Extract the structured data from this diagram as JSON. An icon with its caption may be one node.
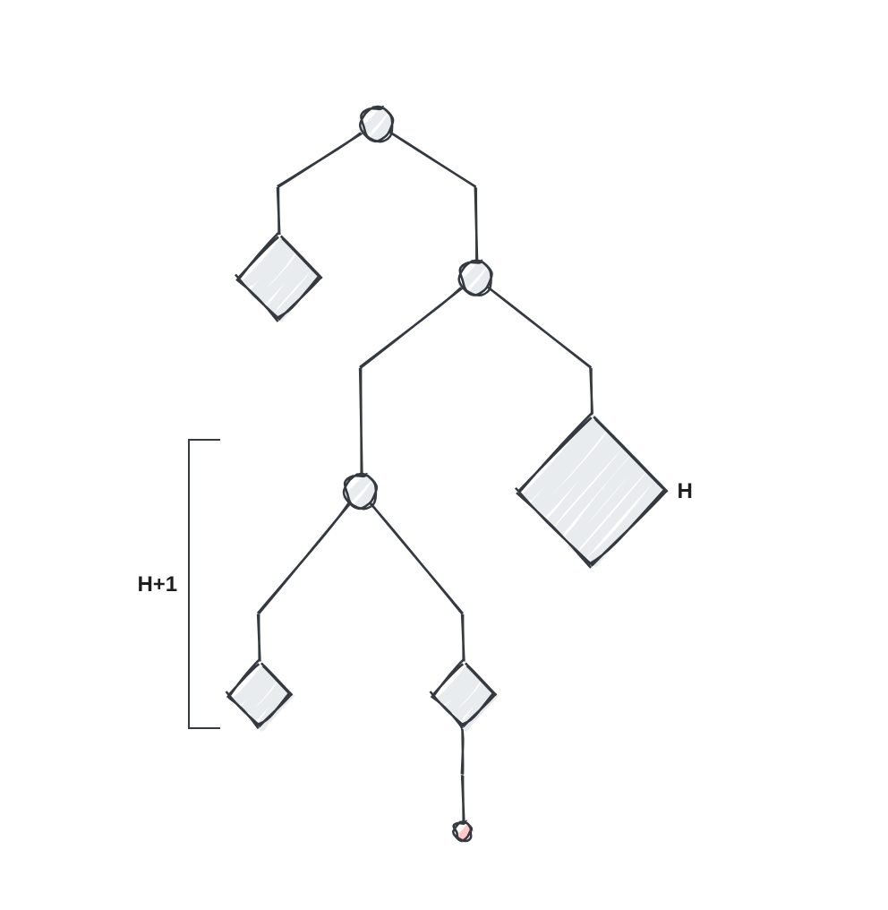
{
  "diagram": {
    "nodes": [
      {
        "text": [],
        "shape": "circle"
      },
      {
        "text": [],
        "shape": "diamond"
      },
      {
        "text": [],
        "shape": "circle"
      },
      {
        "text": [],
        "shape": "circle"
      },
      {
        "text": [],
        "shape": "diamond",
        "beside": [
          "H"
        ]
      },
      {
        "text": [],
        "shape": "diamond"
      },
      {
        "text": [],
        "shape": "diamond"
      },
      {
        "text": [],
        "shape": "circle"
      }
    ],
    "edges": [
      {
        "from": 0,
        "to": 1,
        "arrow": "none"
      },
      {
        "from": 0,
        "to": 2,
        "arrow": "none"
      },
      {
        "from": 2,
        "to": 3,
        "arrow": "none"
      },
      {
        "from": 2,
        "to": 4,
        "arrow": "none"
      },
      {
        "from": 3,
        "to": 5,
        "arrow": "none"
      },
      {
        "from": 3,
        "to": 6,
        "arrow": "none"
      },
      {
        "from": 6,
        "to": 7,
        "arrow": "none"
      }
    ],
    "labels": [
      "H+1"
    ]
  }
}
